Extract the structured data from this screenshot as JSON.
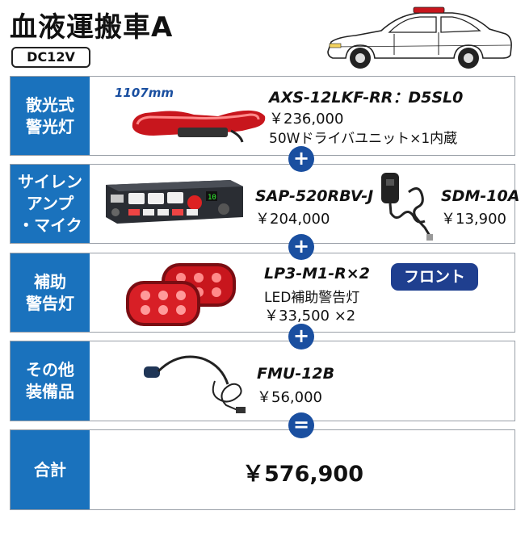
{
  "title": "血液運搬車A",
  "voltage": "DC12V",
  "sections": [
    {
      "label": "散光式\n警光灯",
      "dimension": "1107mm",
      "model": "AXS-12LKF-RR：D5SL0",
      "price": "￥236,000",
      "desc": "50Wドライバユニット×1内蔵"
    },
    {
      "label": "サイレン\nアンプ\n・マイク",
      "model": "SAP-520RBV-J",
      "price": "￥204,000",
      "model2": "SDM-10A",
      "price2": "￥13,900"
    },
    {
      "label": "補助\n警告灯",
      "model": "LP3-M1-R×2",
      "desc": "LED補助警告灯",
      "price": "￥33,500 ×2",
      "badge": "フロント"
    },
    {
      "label": "その他\n装備品",
      "model": "FMU-12B",
      "price": "￥56,000"
    },
    {
      "label": "合計",
      "total": "￥576,900"
    }
  ],
  "operators": [
    "+",
    "+",
    "+",
    "="
  ],
  "colors": {
    "label_bg": "#1a72bd",
    "operator_bg": "#1a4fa0",
    "badge_bg": "#1f3f8f",
    "light_red": "#c8161d"
  }
}
